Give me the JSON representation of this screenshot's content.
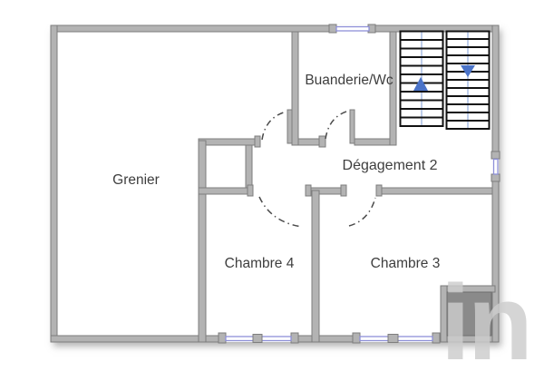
{
  "canvas": {
    "background": "#ffffff"
  },
  "rooms": {
    "grenier": {
      "label": "Grenier"
    },
    "buanderie": {
      "label": "Buanderie/Wc"
    },
    "degagement": {
      "label": "Dégagement 2"
    },
    "chambre4": {
      "label": "Chambre 4"
    },
    "chambre3": {
      "label": "Chambre 3"
    }
  },
  "stairs": {
    "flights": 2,
    "up_arrow": "up",
    "down_arrow": "down"
  },
  "watermark": {
    "text": "in"
  },
  "colors": {
    "wall_fill": "#b3b3b3",
    "wall_edge": "#7d7d7d",
    "window_blue": "#8e90d8",
    "stair_tread": "#111111",
    "stair_guide_blue": "#a9bce2",
    "stair_arrow_blue": "#4a73c8",
    "label_text": "#3e3e3e",
    "chimney_fill": "#8a8a8a",
    "watermark_gray": "#cdcdcd"
  }
}
